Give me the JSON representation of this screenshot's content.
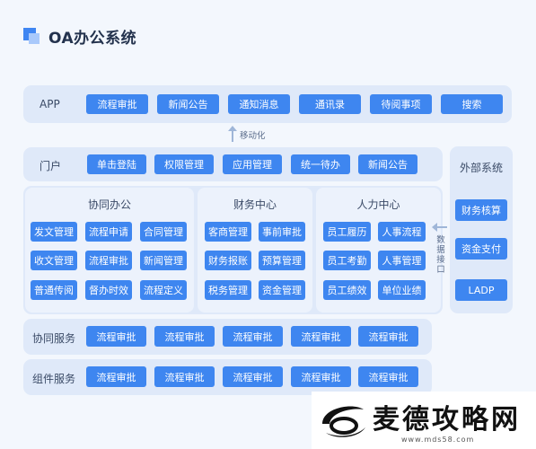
{
  "header": {
    "title": "OA办公系统"
  },
  "rows": {
    "app": {
      "label": "APP",
      "buttons": [
        "流程审批",
        "新闻公告",
        "通知消息",
        "通讯录",
        "待阅事项",
        "搜索"
      ]
    },
    "portal": {
      "label": "门户",
      "buttons": [
        "单击登陆",
        "权限管理",
        "应用管理",
        "统一待办",
        "新闻公告"
      ]
    },
    "collab_service": {
      "label": "协同服务",
      "buttons": [
        "流程审批",
        "流程审批",
        "流程审批",
        "流程审批",
        "流程审批"
      ]
    },
    "component_service": {
      "label": "组件服务",
      "buttons": [
        "流程审批",
        "流程审批",
        "流程审批",
        "流程审批",
        "流程审批"
      ]
    }
  },
  "arrows": {
    "mobile": "移动化",
    "data_interface": [
      "数",
      "据",
      "接",
      "口"
    ]
  },
  "centers": {
    "collab": {
      "title": "协同办公",
      "buttons": [
        "发文管理",
        "流程申请",
        "合同管理",
        "收文管理",
        "流程审批",
        "新闻管理",
        "普通传阅",
        "督办时效",
        "流程定义"
      ]
    },
    "finance": {
      "title": "财务中心",
      "buttons": [
        "客商管理",
        "事前审批",
        "财务报账",
        "预算管理",
        "税务管理",
        "资金管理"
      ]
    },
    "hr": {
      "title": "人力中心",
      "buttons": [
        "员工履历",
        "人事流程",
        "员工考勤",
        "人事管理",
        "员工绩效",
        "单位业绩"
      ]
    }
  },
  "external": {
    "title": "外部系统",
    "buttons": [
      "财务核算",
      "资金支付",
      "LADP"
    ]
  },
  "watermark": {
    "text": "麦德攻略网",
    "url": "www.mds58.com"
  },
  "colors": {
    "button": "#3e86f0",
    "panel": "#dfe9f9",
    "subpanel": "#ecf2fc",
    "background": "#f3f7fd"
  }
}
